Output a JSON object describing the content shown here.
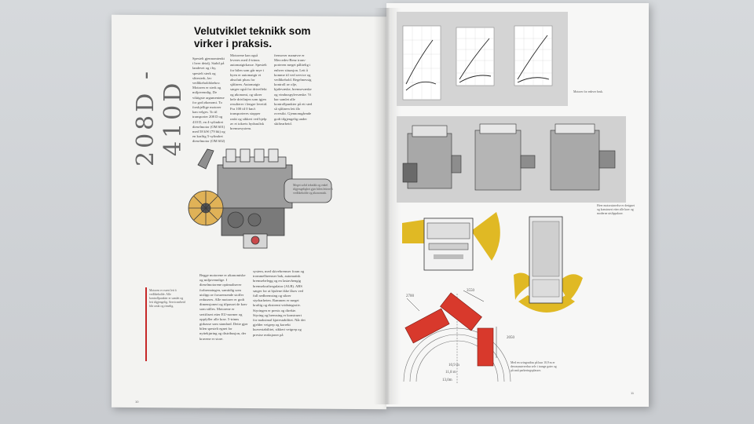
{
  "left_page": {
    "vertical_title": "208D - 410D",
    "headline": "Velutviklet teknikk som virker i praksis.",
    "columns_top": [
      "Spesielt gjennomtenkt i hver detalj. Stabil på landevei og i by, spesielt sterk og slitesterk, lav vedlikeholdsbehov. Motoren er sterk og miljøvennlig. De viktigste argumentene for god økonomi. To forskjellige motorer kan velges. To til transporter 208 D og 410 D, en 4-sylindret dieselmotor (OM 601) med 58 kW (79 hk) og en kraftig 5-sylindret dieselmotor (OM 602) med 70 kW (95 hk).",
      "Motorene kan også leveres med 4-trinns automatgirkasse. Spesielt for bilen som går mye i byen er automatgir et absolutt pluss for sjåføren. Automatgir sørger også for driveffekt og økonomi, og sikrer hele drivlinjen som igjen resulterer i lengre levetid. Fra 100 til 0 km/t transporteres stopper raskt og sikkert ved hjelp av et tokrets hydraulisk bremsesystem.",
      "fremover manøvre er Mercedes-Benz trans-porteren meget pålitelig i enhver situasjon. Lett å komme til ved service og vedlikehold. Regelmessig kontroll av olje, kjølevæske, bremsevæske og vindusspylervæske. Vi har samlet alle kontrollpunkter på ett sted så sjåføren lett får oversikt. Gjennomgående godt tilgjengelig under skiftearbeid."
    ],
    "engine_caption": "Meget solid teknikk og enkel tilgjengelighet gjør bilen lettere å vedlikeholde og økonomisk.",
    "columns_bottom": [
      "Begge motorene er økonomiske og miljøvennlige. I dieselmotorene optimaliserer forbrenningen, samtidig som utslipp av forurensende stoffer reduseres. Alle motorer er godt dimensjonert og tilpasset de krav som stilles. Motorene er sertifisert etter EU-normer og oppfyller alle krav. 5-trinns girkasse som standard. Dette gjør bilen spesielt egnet for nyttekjøring og distribusjon, der kravene er store.",
      "system, med skivebremser foran og trommelbremser bak, automatisk bremsebelegg og en lastavhengig bremsekraftregulator (ALB). ABS sørger for at hjulene ikke låses ved full nedbremsing og sikrer styrbarheten. Rammen er meget kraftig og ekstremt vridningsstiv. Styringen er presis og direkte. Styring og bremsing er konstruert for maksimal kjørestabilitet. Når det gjelder veigrep og korrekt kurvestabilitet, sikkert veigrep og presise reaksjoner på"
    ],
    "side_caption": "Motoren er svært lett å vedlikeholde. Alle kontrollpunkter er samlet og lett tilgjengelig. Servicearbeid blir raskt og rimelig.",
    "page_number": "10"
  },
  "right_page": {
    "charts_caption": "Motorer for enhver bruk.",
    "engines_caption": "Hver motorstørrelse er designet og konstruert etter alle krav og moderne utslippskrav.",
    "turning_caption": "Med en svingradius på kun 10,9 m er den manøvrerbar selv i trange gater og på små parkeringsplasser.",
    "dimensions": {
      "d1": "2700",
      "d2": "3550",
      "d3": "2050",
      "r1": "10,9 m",
      "r2": "11,8 m",
      "r3": "13,0m"
    },
    "page_number": "11"
  },
  "colors": {
    "paper": "#f3f3f1",
    "accent_red": "#c62828",
    "van_red": "#d8392c",
    "mirror_yellow": "#e0b924",
    "headline": "#111111"
  }
}
